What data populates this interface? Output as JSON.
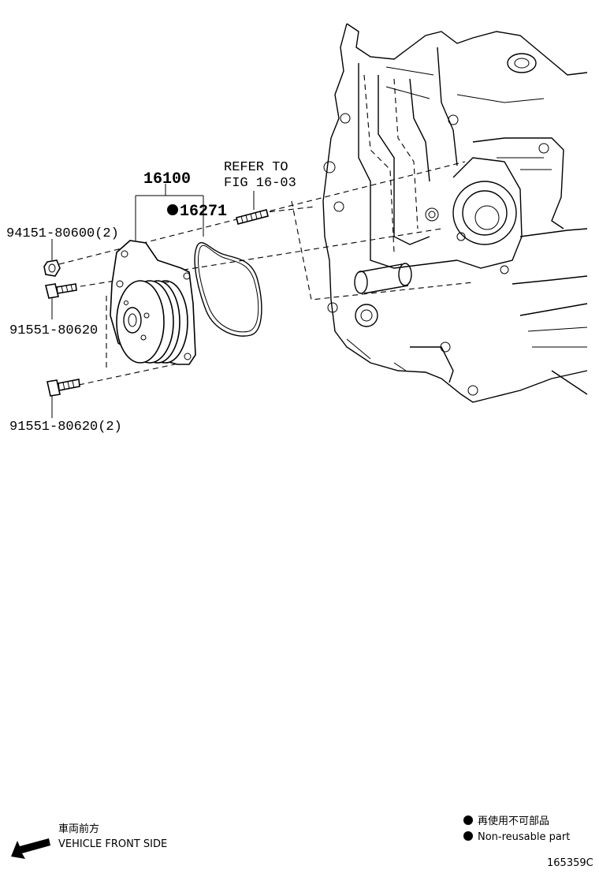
{
  "callouts": {
    "assembly": "16100",
    "gasket": "16271",
    "refer_line1": "REFER TO",
    "refer_line2": "FIG 16-03",
    "nut": "94151-80600(2)",
    "bolt_upper": "91551-80620",
    "bolt_lower": "91551-80620(2)"
  },
  "legend": {
    "jp": "再使用不可部品",
    "en": "Non-reusable part"
  },
  "direction": {
    "jp": "車両前方",
    "en": "VEHICLE FRONT SIDE",
    "icon": "arrow-left-down-icon"
  },
  "figure_code": "165359C",
  "colors": {
    "ink": "#000000",
    "paper": "#ffffff"
  }
}
